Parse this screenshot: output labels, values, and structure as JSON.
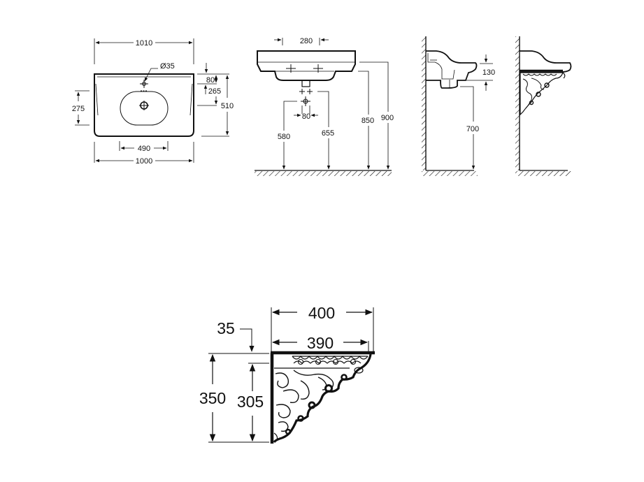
{
  "drawing": {
    "units": "mm",
    "colors": {
      "line": "#111111",
      "background": "#ffffff"
    },
    "views": {
      "top_view": {
        "width_top": "1010",
        "width_bottom": "1000",
        "tap_hole": "Ø35",
        "bowl_width": "490",
        "height_left": "275",
        "tap_offset": "80",
        "drain_offset": "265",
        "depth": "510"
      },
      "front_view": {
        "tap_spacing": "280",
        "waste_spacing": "80",
        "waste_height_left": "580",
        "waste_height_right": "655",
        "bottom_height": "850",
        "rim_height": "900"
      },
      "side_view": {
        "basin_depth": "130",
        "underside_height": "700"
      },
      "side_view_bracket": {},
      "bracket_detail": {
        "overall_depth": "400",
        "top_depth": "390",
        "top_thickness": "35",
        "overall_height": "350",
        "scroll_height": "305"
      }
    }
  }
}
